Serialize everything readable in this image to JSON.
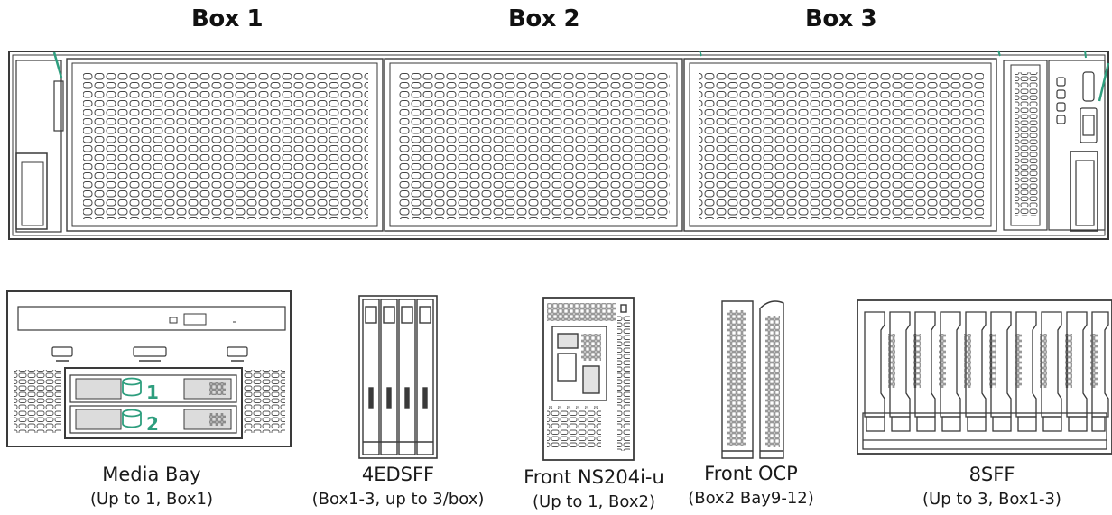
{
  "chassis": {
    "box_labels": [
      "Box 1",
      "Box 2",
      "Box 3"
    ]
  },
  "options": [
    {
      "name": "Media Bay",
      "detail": "(Up to 1, Box1)",
      "bay_numbers": [
        "1",
        "2"
      ]
    },
    {
      "name": "4EDSFF",
      "detail": "(Box1-3, up to 3/box)"
    },
    {
      "name": "Front NS204i-u",
      "detail": "(Up to 1, Box2)"
    },
    {
      "name": "Front OCP",
      "detail": "(Box2 Bay9-12)"
    },
    {
      "name": "8SFF",
      "detail": "(Up to 3, Box1-3)"
    }
  ],
  "colors": {
    "line": "#3a3a3a",
    "accent_green": "#2e9e7e"
  }
}
